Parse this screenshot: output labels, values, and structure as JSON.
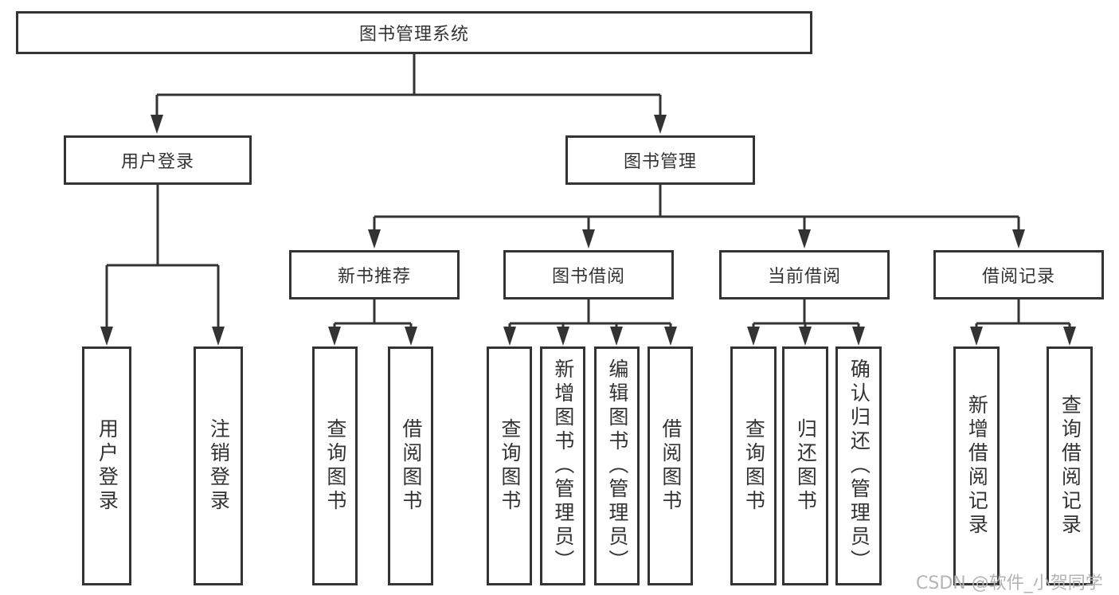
{
  "diagram": {
    "title": "图书管理系统",
    "nodes": {
      "root": "图书管理系统",
      "user_login": "用户登录",
      "book_management": "图书管理",
      "new_book_recommend": "新书推荐",
      "book_borrowing": "图书借阅",
      "current_borrowing": "当前借阅",
      "borrowing_records": "借阅记录"
    },
    "leaves": {
      "user_login": [
        "用户登录",
        "注销登录"
      ],
      "new_book_recommend": [
        "查询图书",
        "借阅图书"
      ],
      "book_borrowing": [
        "查询图书",
        "新增图书（管理员）",
        "编辑图书（管理员）",
        "借阅图书"
      ],
      "current_borrowing": [
        "查询图书",
        "归还图书",
        "确认归还（管理员）"
      ],
      "borrowing_records": [
        "新增借阅记录",
        "查询借阅记录"
      ]
    }
  },
  "watermark": "CSDN @软件_小贺同学",
  "colors": {
    "line": "#333333",
    "box_border": "#333333",
    "text": "#333333",
    "background": "#ffffff",
    "watermark": "#b4b4b4"
  }
}
